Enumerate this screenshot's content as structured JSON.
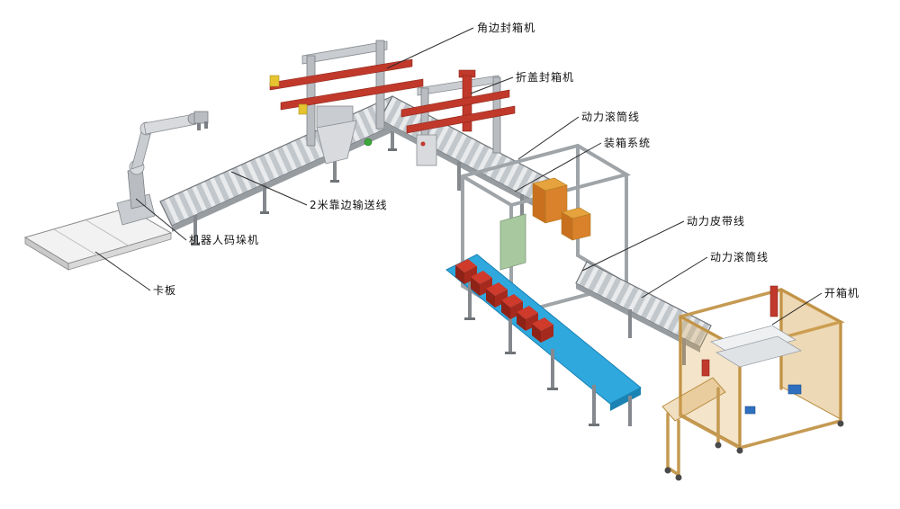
{
  "labels": {
    "corner_sealer": "角边封箱机",
    "flap_sealer": "折盖封箱机",
    "roller_line_top": "动力滚筒线",
    "packing_system": "装箱系统",
    "belt_line": "动力皮带线",
    "roller_line_bottom": "动力滚筒线",
    "case_erector": "开箱机",
    "conveyor_2m": "2米靠边输送线",
    "robot_palletizer": "机器人码垛机",
    "pallet": "卡板"
  },
  "colors": {
    "background": "#ffffff",
    "machine_red": "#c0392b",
    "belt_blue": "#2fa8dd",
    "carton_orange": "#e6a23c",
    "box_red": "#cf3a2b",
    "panel_tan": "#d6a450",
    "frame_gray": "#b9bdc2",
    "leader_line": "#2b2b2b"
  }
}
